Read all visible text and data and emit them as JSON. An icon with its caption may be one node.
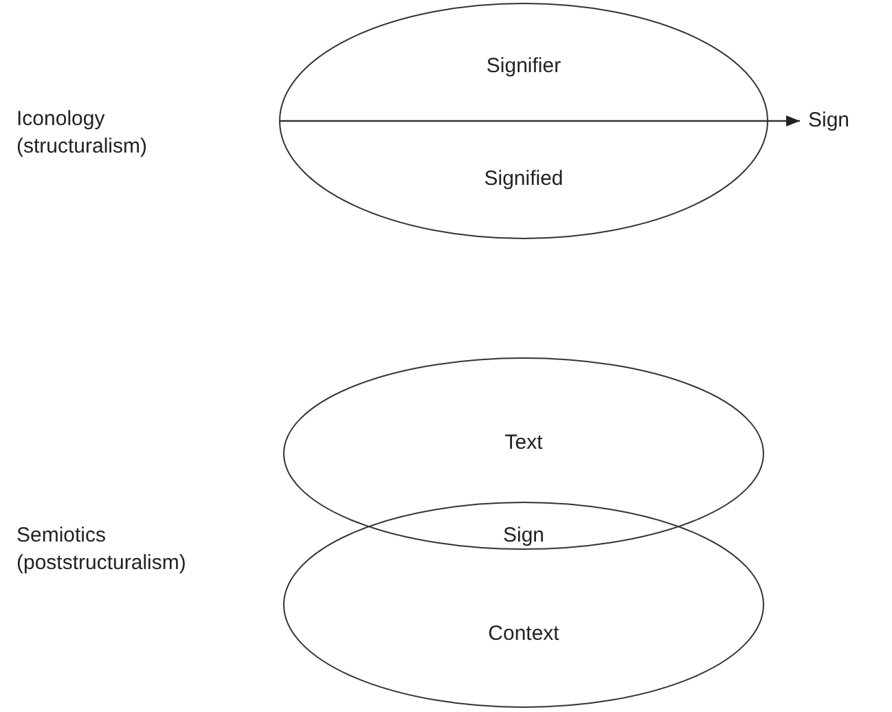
{
  "diagram": {
    "nodes": [
      {
        "text": [
          "Signifier",
          "Signified"
        ]
      },
      {
        "text": [
          "Sign"
        ]
      },
      {
        "text": [
          "Text"
        ]
      },
      {
        "text": [
          "Context"
        ]
      }
    ],
    "edges": [
      {
        "from": 0,
        "to": 1,
        "arrow": "to"
      }
    ],
    "labels": [
      "Iconology (structuralism)",
      "Sign",
      "Semiotics (poststructuralism)"
    ]
  }
}
